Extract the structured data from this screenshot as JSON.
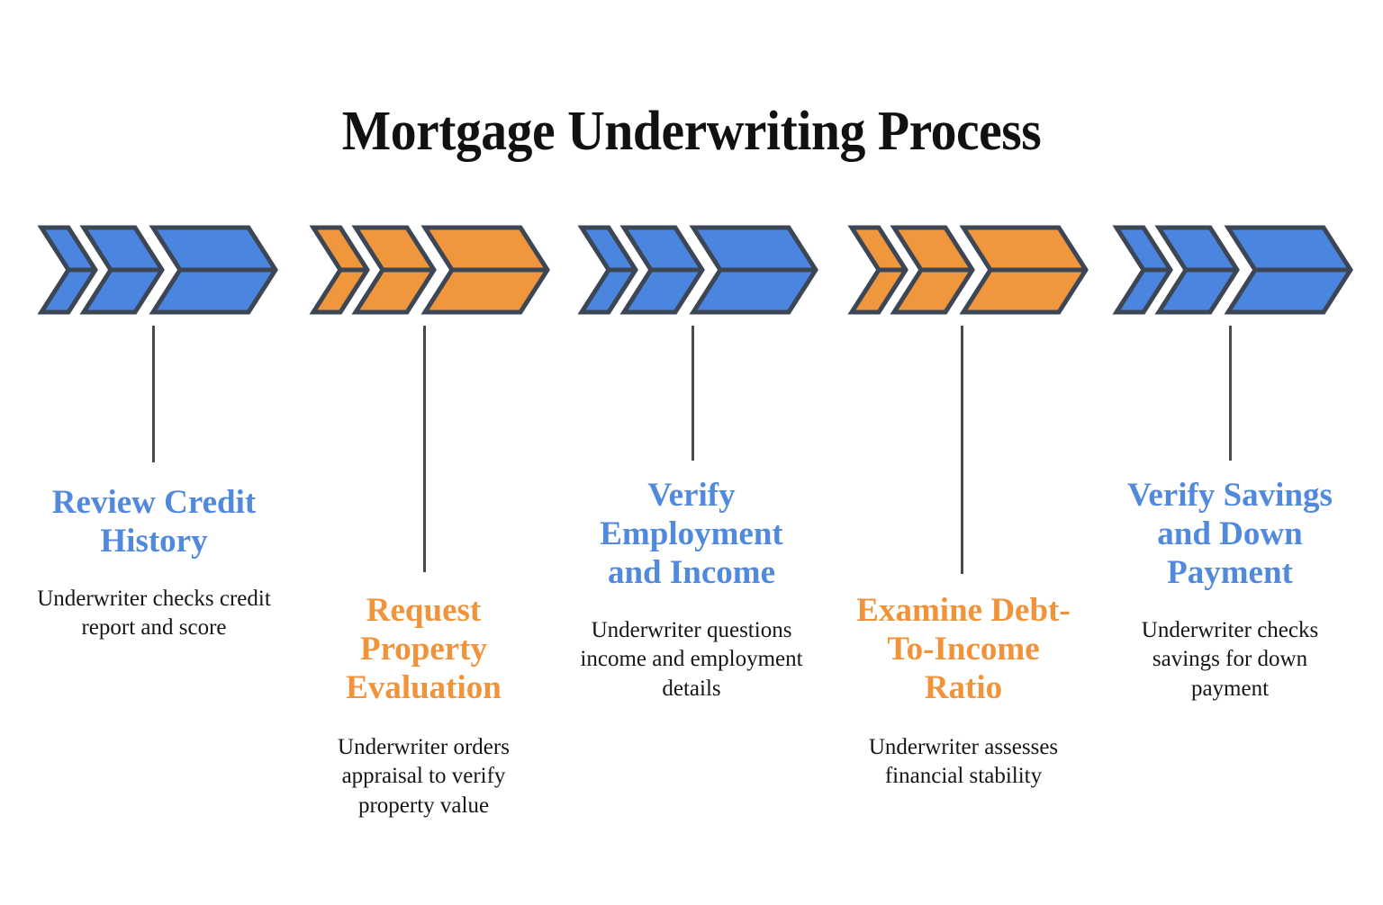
{
  "title": "Mortgage Underwriting Process",
  "colors": {
    "blue": "#4a86e0",
    "blue_text": "#5189dd",
    "orange": "#f0963c",
    "orange_text": "#f1933a",
    "outline": "#3d4654",
    "connector": "#4a4a4a",
    "background": "#ffffff",
    "body_text": "#15151a"
  },
  "chart_data": {
    "type": "diagram",
    "title": "Mortgage Underwriting Process",
    "layout": "horizontal staggered process timeline",
    "step_count": 5,
    "steps": [
      {
        "index": 1,
        "heading": "Review Credit History",
        "description": "Underwriter checks credit report and score",
        "color": "blue",
        "position": "upper"
      },
      {
        "index": 2,
        "heading": "Request Property Evaluation",
        "description": "Underwriter orders appraisal to verify property value",
        "color": "orange",
        "position": "lower"
      },
      {
        "index": 3,
        "heading": "Verify Employment and Income",
        "description": "Underwriter questions income and employment details",
        "color": "blue",
        "position": "upper"
      },
      {
        "index": 4,
        "heading": "Examine Debt-To-Income Ratio",
        "description": "Underwriter assesses financial stability",
        "color": "orange",
        "position": "lower"
      },
      {
        "index": 5,
        "heading": "Verify Savings and Down Payment",
        "description": "Underwriter checks savings for down payment",
        "color": "blue",
        "position": "upper"
      }
    ]
  },
  "steps": [
    {
      "heading": "Review Credit History",
      "description": "Underwriter checks credit report and score"
    },
    {
      "heading": "Request Property Evaluation",
      "description": "Underwriter orders appraisal to verify property value"
    },
    {
      "heading": "Verify Employment and Income",
      "description": "Underwriter questions income and employment details"
    },
    {
      "heading": "Examine Debt-To-Income Ratio",
      "description": "Underwriter assesses financial stability"
    },
    {
      "heading": "Verify Savings and Down Payment",
      "description": "Underwriter checks savings for down payment"
    }
  ]
}
